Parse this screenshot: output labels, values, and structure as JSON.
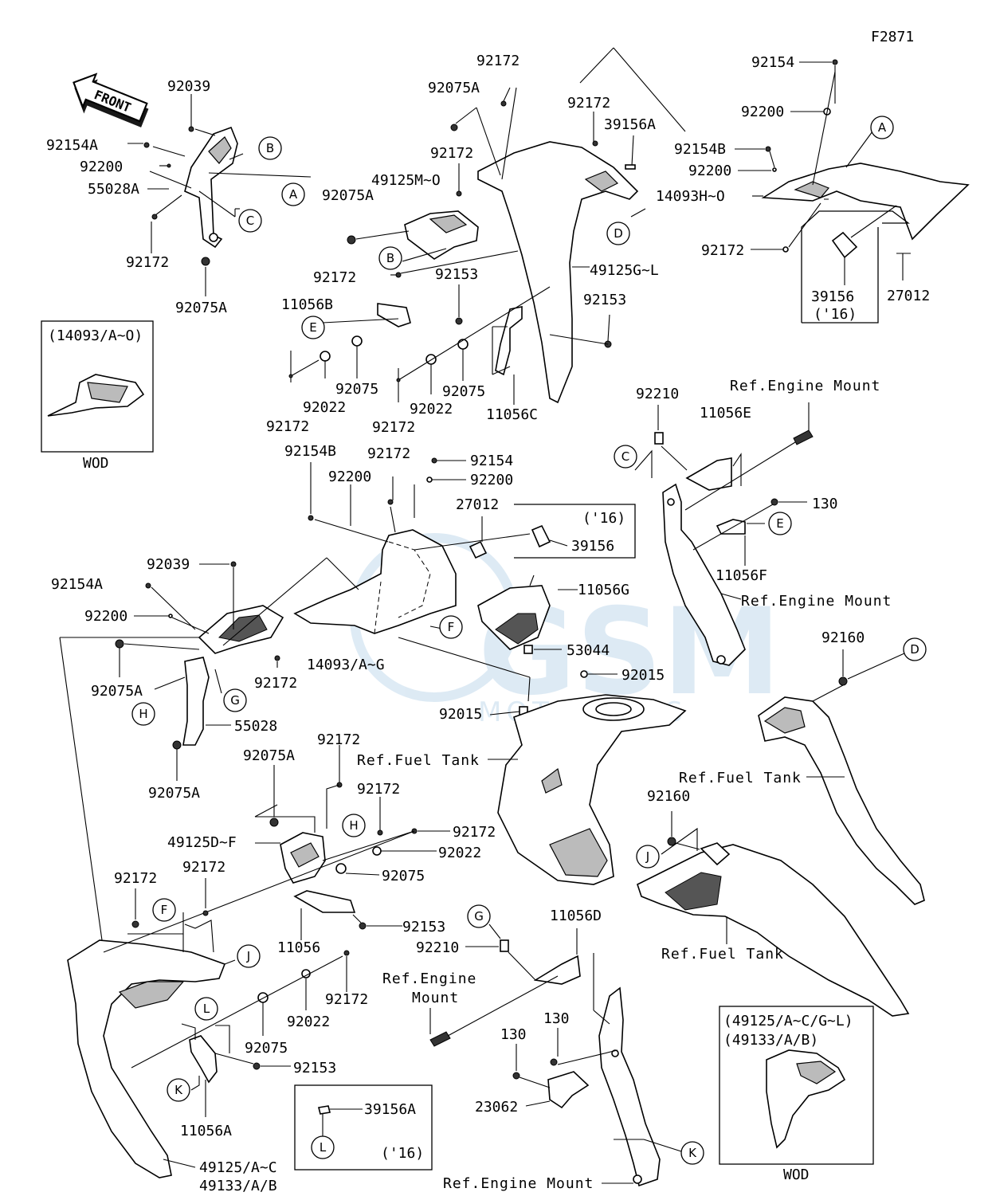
{
  "figure_id": "F2871",
  "direction_label": "FRONT",
  "part_labels": {
    "p92039_top": "92039",
    "p92154A_top": "92154A",
    "p92200_top": "92200",
    "p55028A": "55028A",
    "p92172_tl": "92172",
    "p92075A_tl": "92075A",
    "p92172_t1": "92172",
    "p92075A_t": "92075A",
    "p92172_t2": "92172",
    "p39156A_t": "39156A",
    "p92172_t3": "92172",
    "p49125M": "49125M~O",
    "p92075A_t2": "92075A",
    "p92172_t4": "92172",
    "p92153_t1": "92153",
    "p49125G": "49125G~L",
    "p11056B": "11056B",
    "p92153_t2": "92153",
    "p92075_t1": "92075",
    "p92022_t1": "92022",
    "p92172_t5": "92172",
    "p92075_t2": "92075",
    "p92022_t2": "92022",
    "p92172_t6": "92172",
    "p11056C": "11056C",
    "p92154_tr": "92154",
    "p92200_tr": "92200",
    "p92154B_tr": "92154B",
    "p92200_tr2": "92200",
    "p14093H": "14093H~O",
    "p92172_tr": "92172",
    "p39156_tr": "39156",
    "p16_tr": "('16)",
    "p27012_tr": "27012",
    "p92210_r": "92210",
    "p11056E": "11056E",
    "p130_r": "130",
    "p11056F": "11056F",
    "p92154B_m": "92154B",
    "p92172_m": "92172",
    "p92154_m": "92154",
    "p92200_m": "92200",
    "p92200_m2": "92200",
    "p27012_m": "27012",
    "p16_m": "('16)",
    "p39156_m": "39156",
    "p92039_m": "92039",
    "p92154A_m": "92154A",
    "p92200_m3": "92200",
    "p11056G": "11056G",
    "p53044": "53044",
    "p92015_1": "92015",
    "p92015_2": "92015",
    "p14093AG": "14093/A~G",
    "p92075A_m": "92075A",
    "p92172_m2": "92172",
    "p55028": "55028",
    "p92075A_m2": "92075A",
    "p92160_1": "92160",
    "p92160_2": "92160",
    "p92075A_b": "92075A",
    "p92172_b1": "92172",
    "p92172_b2": "92172",
    "p49125D": "49125D~F",
    "p92172_b3": "92172",
    "p92022_b1": "92022",
    "p92075_b1": "92075",
    "p92172_b4": "92172",
    "p92172_b5": "92172",
    "p92153_b1": "92153",
    "p11056": "11056",
    "p92172_b6": "92172",
    "p92022_b2": "92022",
    "p92075_b2": "92075",
    "p92153_b2": "92153",
    "p11056A": "11056A",
    "p49125AC": "49125/A~C",
    "p49133AB": "49133/A/B",
    "p92210_b": "92210",
    "p11056D": "11056D",
    "p130_b1": "130",
    "p130_b2": "130",
    "p23062": "23062"
  },
  "references": {
    "engine_mount_1": "Ref.Engine Mount",
    "engine_mount_2": "Ref.Engine Mount",
    "engine_mount_3a": "Ref.Engine",
    "engine_mount_3b": "Mount",
    "engine_mount_4": "Ref.Engine Mount",
    "fuel_tank_1": "Ref.Fuel Tank",
    "fuel_tank_2": "Ref.Fuel Tank",
    "fuel_tank_3": "Ref.Fuel Tank"
  },
  "callouts": [
    "A",
    "B",
    "C",
    "D",
    "E",
    "F",
    "G",
    "H",
    "J",
    "K",
    "L"
  ],
  "insets": {
    "wod_left": {
      "title": "(14093/A~O)",
      "caption": "WOD"
    },
    "wod_right": {
      "line1": "(49125/A~C/G~L)",
      "line2": "(49133/A/B)",
      "caption": "WOD"
    },
    "l_box": {
      "part": "39156A",
      "year": "('16)"
    }
  },
  "watermark": {
    "line1": "GSM",
    "line2": "MOTOPARTS"
  }
}
